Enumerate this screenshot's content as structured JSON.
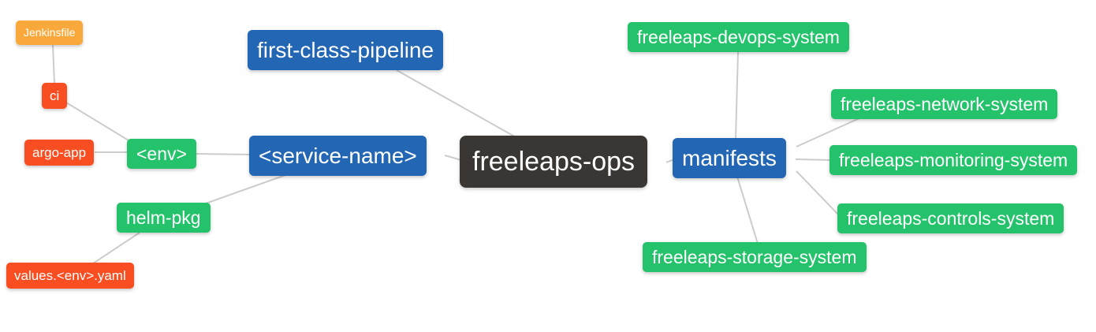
{
  "diagram": {
    "type": "mindmap",
    "background": "#ffffff",
    "palette": {
      "root": "#3A3633",
      "level1": "#2266B4",
      "level2": "#24C26B",
      "level3": "#F94E21",
      "level4": "#F9A93B",
      "edge": "#CCCCCC",
      "text": "#FFFFFF"
    },
    "nodes": {
      "freeleaps_ops": {
        "label": "freeleaps-ops",
        "level": "root"
      },
      "first_class_pipeline": {
        "label": "first-class-pipeline",
        "level": "level1"
      },
      "service_name": {
        "label": "<service-name>",
        "level": "level1"
      },
      "manifests": {
        "label": "manifests",
        "level": "level1"
      },
      "env": {
        "label": "<env>",
        "level": "level2"
      },
      "helm_pkg": {
        "label": "helm-pkg",
        "level": "level2"
      },
      "ci": {
        "label": "ci",
        "level": "level3"
      },
      "argo_app": {
        "label": "argo-app",
        "level": "level3"
      },
      "values_env_yaml": {
        "label": "values.<env>.yaml",
        "level": "level3"
      },
      "jenkinsfile": {
        "label": "Jenkinsfile",
        "level": "level4"
      },
      "devops_system": {
        "label": "freeleaps-devops-system",
        "level": "level2"
      },
      "network_system": {
        "label": "freeleaps-network-system",
        "level": "level2"
      },
      "monitoring_system": {
        "label": "freeleaps-monitoring-system",
        "level": "level2"
      },
      "controls_system": {
        "label": "freeleaps-controls-system",
        "level": "level2"
      },
      "storage_system": {
        "label": "freeleaps-storage-system",
        "level": "level2"
      }
    },
    "edges": [
      {
        "from": "jenkinsfile",
        "to": "ci"
      },
      {
        "from": "ci",
        "to": "env"
      },
      {
        "from": "argo_app",
        "to": "env"
      },
      {
        "from": "env",
        "to": "service_name"
      },
      {
        "from": "helm_pkg",
        "to": "service_name"
      },
      {
        "from": "values_env_yaml",
        "to": "helm_pkg"
      },
      {
        "from": "first_class_pipeline",
        "to": "freeleaps_ops"
      },
      {
        "from": "service_name",
        "to": "freeleaps_ops"
      },
      {
        "from": "freeleaps_ops",
        "to": "manifests"
      },
      {
        "from": "manifests",
        "to": "devops_system"
      },
      {
        "from": "manifests",
        "to": "network_system"
      },
      {
        "from": "manifests",
        "to": "monitoring_system"
      },
      {
        "from": "manifests",
        "to": "controls_system"
      },
      {
        "from": "manifests",
        "to": "storage_system"
      }
    ]
  }
}
